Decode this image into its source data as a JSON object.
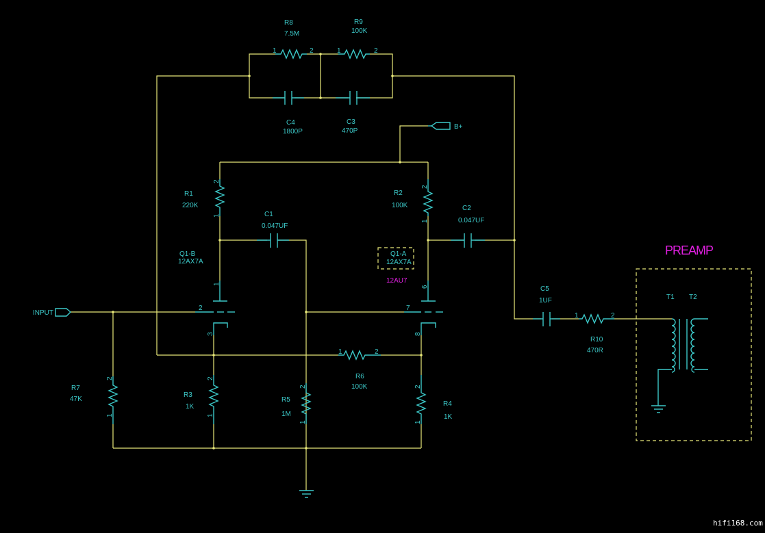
{
  "title": "PREAMP",
  "watermark": "hifi168.com",
  "ports": {
    "input": "INPUT",
    "bplus": "B+"
  },
  "colors": {
    "background": "#000000",
    "wire": "#e8e87a",
    "component": "#3cc8c8",
    "highlight": "#e020e0"
  },
  "components": {
    "R1": {
      "ref": "R1",
      "value": "220K"
    },
    "R2": {
      "ref": "R2",
      "value": "100K"
    },
    "R3": {
      "ref": "R3",
      "value": "1K"
    },
    "R4": {
      "ref": "R4",
      "value": "1K"
    },
    "R5": {
      "ref": "R5",
      "value": "1M"
    },
    "R6": {
      "ref": "R6",
      "value": "100K"
    },
    "R7": {
      "ref": "R7",
      "value": "47K"
    },
    "R8": {
      "ref": "R8",
      "value": "7.5M"
    },
    "R9": {
      "ref": "R9",
      "value": "100K"
    },
    "R10": {
      "ref": "R10",
      "value": "470R"
    },
    "C1": {
      "ref": "C1",
      "value": "0.047UF"
    },
    "C2": {
      "ref": "C2",
      "value": "0.047UF"
    },
    "C3": {
      "ref": "C3",
      "value": "470P"
    },
    "C4": {
      "ref": "C4",
      "value": "1800P"
    },
    "C5": {
      "ref": "C5",
      "value": "1UF"
    },
    "Q1B": {
      "ref": "Q1-B",
      "value": "12AX7A"
    },
    "Q1A": {
      "ref": "Q1-A",
      "value": "12AX7A",
      "alt": "12AU7"
    },
    "T1": {
      "ref": "T1"
    },
    "T2": {
      "ref": "T2"
    }
  },
  "pins": {
    "one": "1",
    "two": "2",
    "three": "3",
    "six": "6",
    "seven": "7",
    "eight": "8"
  }
}
